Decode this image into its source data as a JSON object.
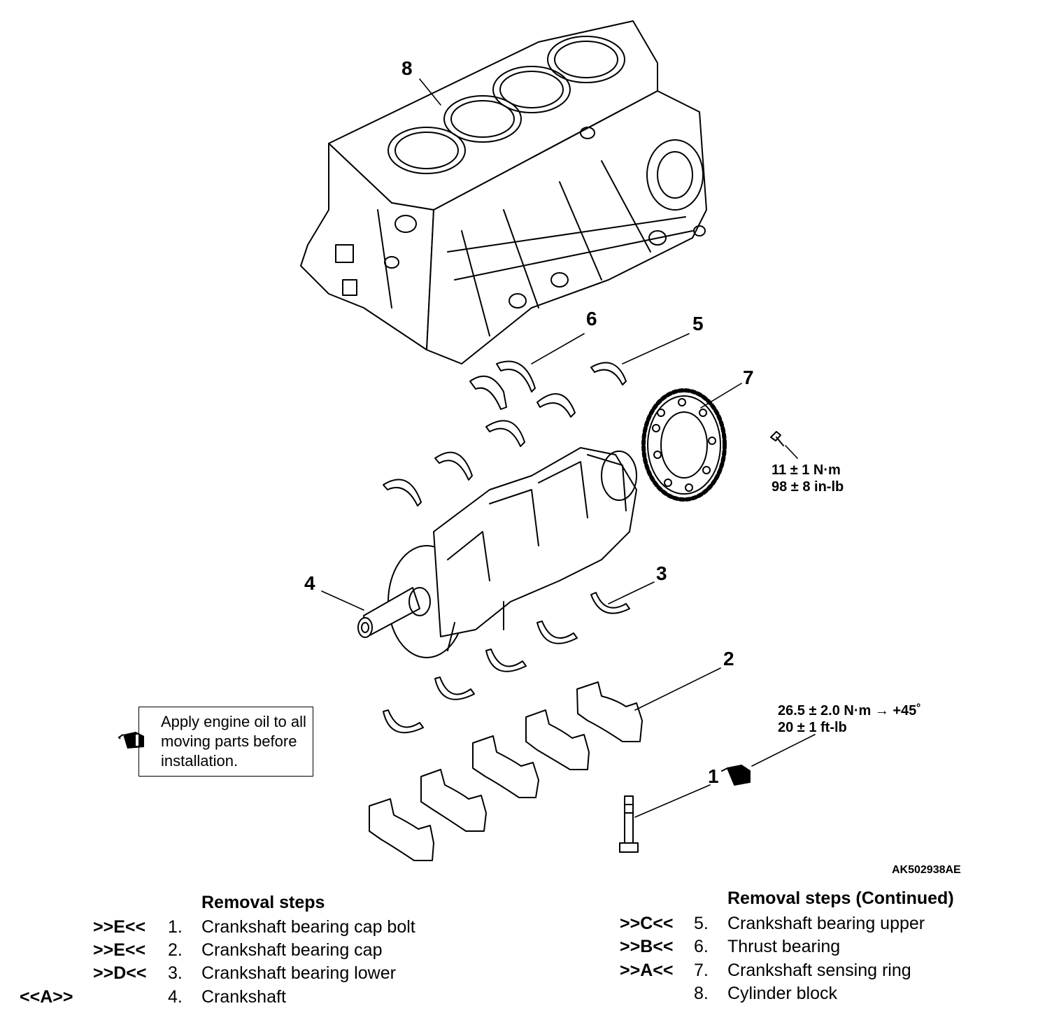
{
  "figure_id": "AK502938AE",
  "callouts": [
    "1",
    "2",
    "3",
    "4",
    "5",
    "6",
    "7",
    "8"
  ],
  "torque_sensing_ring": {
    "line1": "11 ± 1 N·m",
    "line2": "98 ± 8 in-lb"
  },
  "torque_cap_bolt": {
    "line1": "26.5 ± 2.0 N·m → +45˚",
    "line2": "20 ± 1 ft-lb"
  },
  "note": {
    "text": "Apply engine oil to all moving parts before installation.",
    "icon": "oil-can-icon"
  },
  "removal_steps_left": {
    "title": "Removal steps",
    "items": [
      {
        "code": ">>E<<",
        "num": "1.",
        "name": "Crankshaft bearing cap bolt"
      },
      {
        "code": ">>E<<",
        "num": "2.",
        "name": "Crankshaft bearing cap"
      },
      {
        "code": ">>D<<",
        "num": "3.",
        "name": "Crankshaft bearing lower"
      },
      {
        "code": "<<A>>",
        "num": "4.",
        "name": "Crankshaft"
      }
    ]
  },
  "removal_steps_right": {
    "title": "Removal steps (Continued)",
    "items": [
      {
        "code": ">>C<<",
        "num": "5.",
        "name": "Crankshaft bearing upper"
      },
      {
        "code": ">>B<<",
        "num": "6.",
        "name": "Thrust bearing"
      },
      {
        "code": ">>A<<",
        "num": "7.",
        "name": "Crankshaft sensing ring"
      },
      {
        "code": "",
        "num": "8.",
        "name": "Cylinder block"
      }
    ]
  }
}
